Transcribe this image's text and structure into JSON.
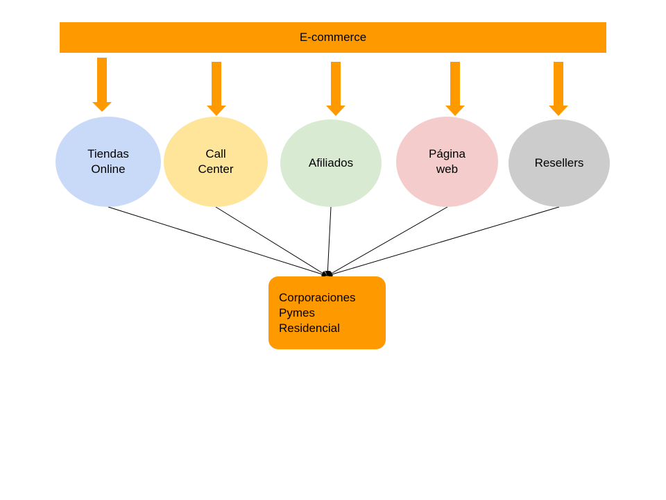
{
  "colors": {
    "orange": "#ff9900",
    "blue": "#c9daf8",
    "yellow": "#ffe599",
    "green": "#d9ead3",
    "pink": "#f4cccc",
    "gray": "#cccccc",
    "line": "#000000"
  },
  "banner": {
    "label": "E-commerce"
  },
  "nodes": [
    {
      "label": "Tiendas\nOnline",
      "color": "#c9daf8"
    },
    {
      "label": "Call\nCenter",
      "color": "#ffe599"
    },
    {
      "label": "Afiliados",
      "color": "#d9ead3"
    },
    {
      "label": "Página\nweb",
      "color": "#f4cccc"
    },
    {
      "label": "Resellers",
      "color": "#cccccc"
    }
  ],
  "target": {
    "lines": [
      "Corporaciones",
      "Pymes",
      "Residencial"
    ]
  }
}
